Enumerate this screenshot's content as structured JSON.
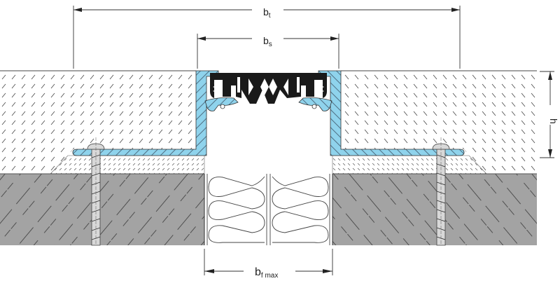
{
  "dimensions": {
    "total_width": {
      "symbol": "b",
      "subscript": "t"
    },
    "seal_width": {
      "symbol": "b",
      "subscript": "s"
    },
    "height": {
      "symbol": "h"
    },
    "max_joint_width": {
      "symbol": "b",
      "subscript": "f max"
    }
  },
  "colors": {
    "profile": "#8fd3ec",
    "seal": "#1a1a1a",
    "concrete": "#a3a3a3",
    "screw": "#d8d8d8",
    "line": "#333333"
  }
}
